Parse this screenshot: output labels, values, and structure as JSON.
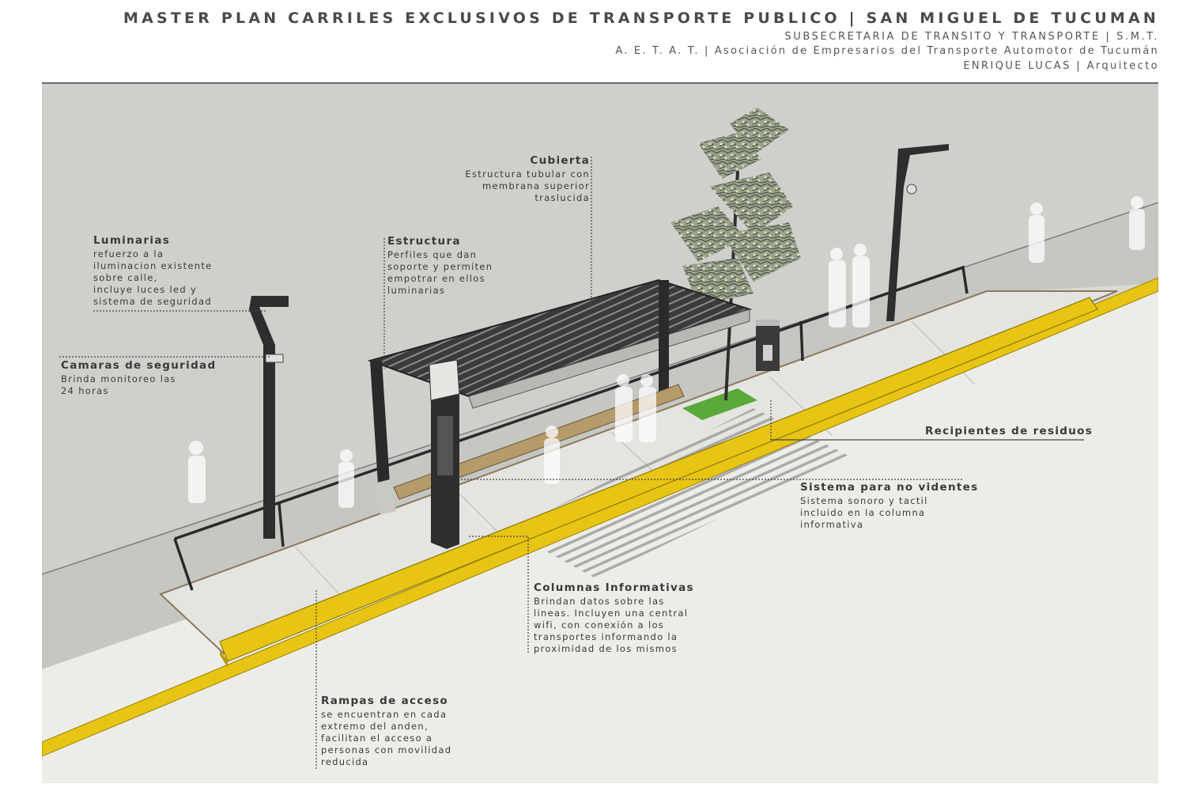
{
  "header": {
    "title": "MASTER PLAN CARRILES EXCLUSIVOS DE TRANSPORTE PUBLICO | SAN MIGUEL DE TUCUMAN",
    "line2": "SUBSECRETARIA DE TRANSITO Y TRANSPORTE | S.M.T.",
    "line3": "A. E. T. A. T. | Asociación de Empresarios del Transporte Automotor de Tucumán",
    "line4": "ENRIQUE LUCAS | Arquitecto"
  },
  "annotations": {
    "cubierta": {
      "title": "Cubierta",
      "desc": "Estructura tubular con\nmembrana superior\ntraslucida"
    },
    "luminarias": {
      "title": "Luminarias",
      "desc": "refuerzo a la\niluminacion existente\nsobre calle,\nincluye luces led y\nsistema de seguridad"
    },
    "estructura": {
      "title": "Estructura",
      "desc": "Perfiles que dan\nsoporte y permiten\nempotrar en ellos\nluminarias"
    },
    "camaras": {
      "title": "Camaras de seguridad",
      "desc": "Brinda monitoreo las\n24 horas"
    },
    "recipientes": {
      "title": "Recipientes de residuos"
    },
    "no_videntes": {
      "title": "Sistema para no videntes",
      "desc": "Sistema sonoro y tactil\nincluido en la columna\ninformativa"
    },
    "columnas": {
      "title": "Columnas Informativas",
      "desc": "Brindan datos sobre las\nlineas. Incluyen una central\nwifi, con conexión a los\ntransportes informando la\nproximidad de los mismos"
    },
    "rampas": {
      "title": "Rampas de acceso",
      "desc": "se encuentran en cada\nextremo del anden,\nfacilitan el acceso a\npersonas con movilidad\nreducida"
    }
  },
  "colors": {
    "curb_yellow": "#e8c414",
    "wall_gray": "#cfcfcc",
    "platform": "#e2e2df",
    "street": "#ecece9",
    "metal_dark": "#2e2e2e",
    "grass": "#5aa83a",
    "wood": "#b59a6a"
  },
  "icons": {
    "shelter_sign": "bus-icon",
    "bin_symbol": "recycle-icon"
  }
}
